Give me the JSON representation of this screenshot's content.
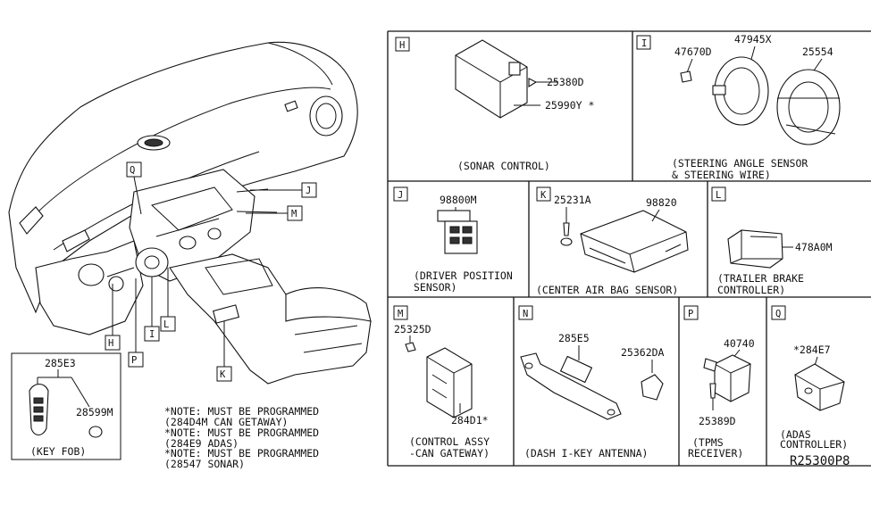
{
  "main_view": {
    "callouts": [
      "Q",
      "J",
      "M",
      "H",
      "P",
      "I",
      "L",
      "K"
    ]
  },
  "key_fob": {
    "part_a": "285E3",
    "part_b": "28599M",
    "caption": "(KEY FOB)"
  },
  "notes": [
    "*NOTE: MUST BE PROGRAMMED",
    "(284D4M CAN GETAWAY)",
    "*NOTE: MUST BE PROGRAMMED",
    "(284E9 ADAS)",
    "*NOTE: MUST BE PROGRAMMED",
    "(28547 SONAR)"
  ],
  "panels": {
    "H": {
      "letter": "H",
      "parts": [
        "25380D",
        "25990Y *"
      ],
      "caption": [
        "(SONAR CONTROL)"
      ]
    },
    "I": {
      "letter": "I",
      "parts": [
        "47670D",
        "47945X",
        "25554"
      ],
      "caption": [
        "(STEERING ANGLE SENSOR",
        "& STEERING WIRE)"
      ]
    },
    "J": {
      "letter": "J",
      "parts": [
        "98800M"
      ],
      "caption": [
        "(DRIVER POSITION",
        "SENSOR)"
      ]
    },
    "K": {
      "letter": "K",
      "parts": [
        "25231A",
        "98820"
      ],
      "caption": [
        "(CENTER AIR BAG SENSOR)"
      ]
    },
    "L": {
      "letter": "L",
      "parts": [
        "478A0M"
      ],
      "caption": [
        "(TRAILER BRAKE",
        "CONTROLLER)"
      ]
    },
    "M": {
      "letter": "M",
      "parts": [
        "25325D",
        "284D1*"
      ],
      "caption": [
        "(CONTROL ASSY",
        "-CAN GATEWAY)"
      ]
    },
    "N": {
      "letter": "N",
      "parts": [
        "285E5",
        "25362DA"
      ],
      "caption": [
        "(DASH I-KEY ANTENNA)"
      ]
    },
    "P": {
      "letter": "P",
      "parts": [
        "40740",
        "25389D"
      ],
      "caption": [
        "(TPMS",
        "RECEIVER)"
      ]
    },
    "Q": {
      "letter": "Q",
      "parts": [
        "*284E7"
      ],
      "caption": [
        "(ADAS",
        "CONTROLLER)"
      ]
    }
  },
  "diagram_code": "R25300P8"
}
